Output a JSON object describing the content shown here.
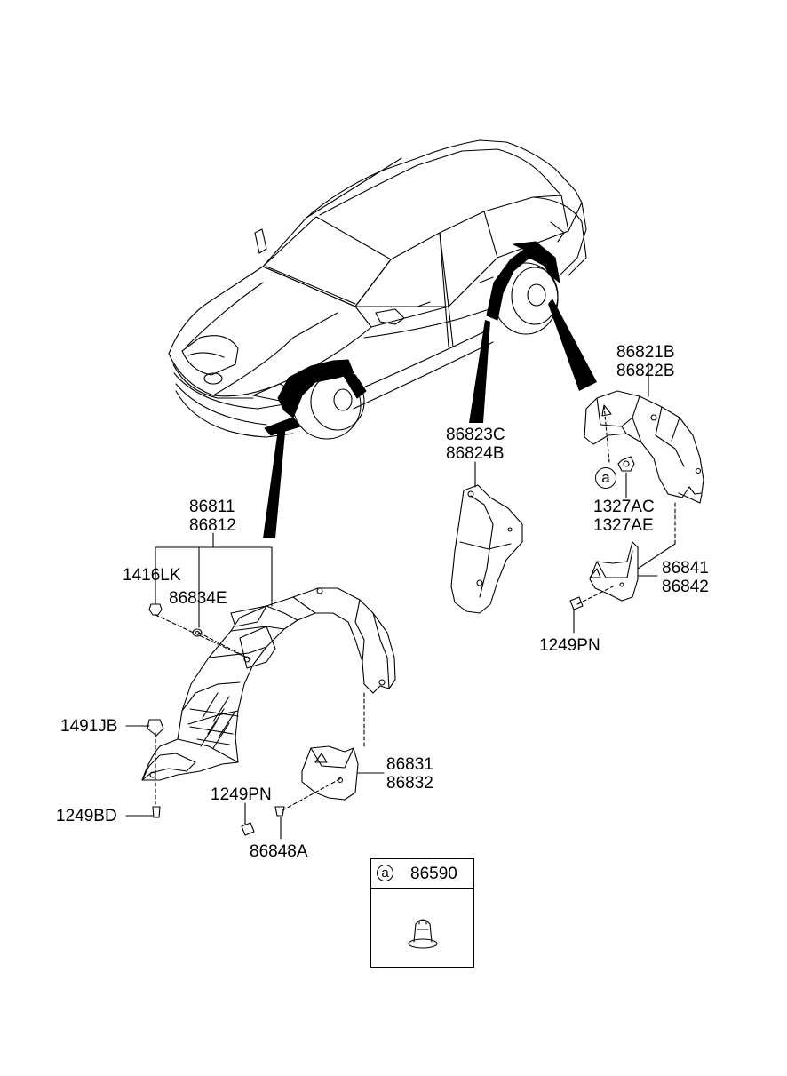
{
  "labels": {
    "front_liner": [
      "86811",
      "86812"
    ],
    "bolt_1416LK": "1416LK",
    "washer_86834E": "86834E",
    "clip_1491JB": "1491JB",
    "bolt_1249BD": "1249BD",
    "screw_1249PN_front": "1249PN",
    "nut_86848A": "86848A",
    "front_mudguard": [
      "86831",
      "86832"
    ],
    "rear_side_cover": [
      "86823C",
      "86824B"
    ],
    "rear_liner": [
      "86821B",
      "86822B"
    ],
    "nut_1327": [
      "1327AC",
      "1327AE"
    ],
    "rear_mudguard": [
      "86841",
      "86842"
    ],
    "screw_1249PN_rear": "1249PN"
  },
  "callout": {
    "marker": "a"
  },
  "legend": {
    "marker": "a",
    "part_number": "86590"
  }
}
